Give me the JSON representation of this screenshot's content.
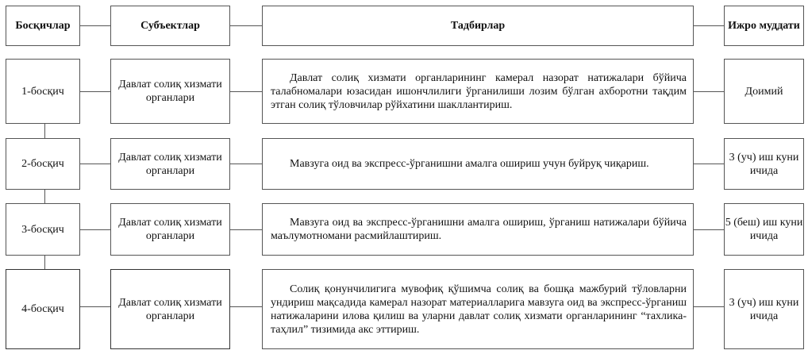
{
  "headers": [
    "Босқичлар",
    "Субъектлар",
    "Тадбирлар",
    "Ижро муддати"
  ],
  "rows": [
    {
      "stage": "1-босқич",
      "subject": "Давлат солиқ хизмати органлари",
      "action": "Давлат солиқ хизмати органларининг камерал назорат натижалари бўйича талабномалари юзасидан ишончлилиги ўрганилиши лозим бўлган ахборотни тақдим этган солиқ тўловчилар рўйхатини шакллантириш.",
      "deadline": "Доимий"
    },
    {
      "stage": "2-босқич",
      "subject": "Давлат солиқ хизмати органлари",
      "action": "Мавзуга оид ва экспресс-ўрганишни амалга ошириш учун буйруқ чиқариш.",
      "deadline": "3 (уч) иш куни ичида"
    },
    {
      "stage": "3-босқич",
      "subject": "Давлат солиқ хизмати органлари",
      "action": "Мавзуга оид ва экспресс-ўрганишни амалга ошириш, ўрганиш натижалари бўйича маълумотномани расмийлаштириш.",
      "deadline": "5 (беш) иш куни ичида"
    },
    {
      "stage": "4-босқич",
      "subject": "Давлат солиқ хизмати органлари",
      "action": "Солиқ қонунчилигига мувофиқ қўшимча солиқ ва бошқа мажбурий тўловларни ундириш мақсадида камерал назорат материалларига мавзуга оид ва экспресс-ўрганиш натижаларини илова қилиш ва уларни давлат солиқ хизмати органларининг “тахлика-таҳлил” тизимида акс эттириш.",
      "deadline": "3 (уч) иш куни ичида"
    }
  ]
}
